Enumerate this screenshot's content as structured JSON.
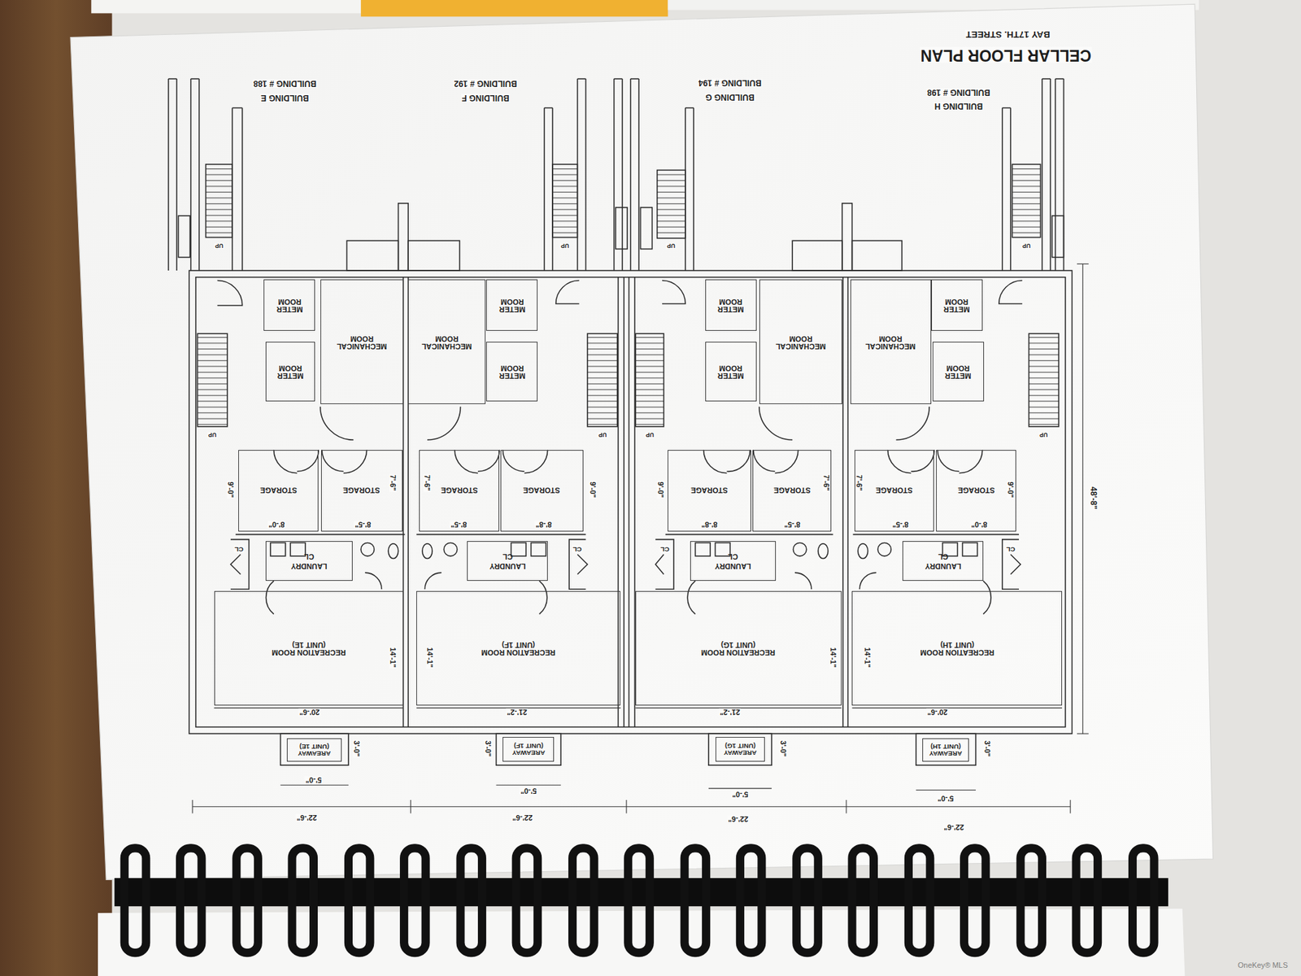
{
  "diagram": {
    "title": "CELLAR FLOOR PLAN",
    "caption": "BAY 17TH. STREET",
    "nodes": [
      {
        "text": [
          "METER ROOM"
        ]
      },
      {
        "text": [
          "METER ROOM"
        ]
      },
      {
        "text": [
          "MECHANICAL ROOM"
        ]
      },
      {
        "text": [
          "STORAGE"
        ]
      },
      {
        "text": [
          "STORAGE"
        ]
      },
      {
        "text": [
          "LAUNDRY",
          "CL"
        ]
      },
      {
        "text": [
          "RECREATION ROOM",
          "(UNIT 1E)"
        ]
      },
      {
        "text": [
          "AREAWAY",
          "(UNIT 1E)"
        ]
      },
      {
        "text": [
          "METER ROOM"
        ]
      },
      {
        "text": [
          "METER ROOM"
        ]
      },
      {
        "text": [
          "MECHANICAL ROOM"
        ]
      },
      {
        "text": [
          "STORAGE"
        ]
      },
      {
        "text": [
          "STORAGE"
        ]
      },
      {
        "text": [
          "LAUNDRY",
          "CL"
        ]
      },
      {
        "text": [
          "RECREATION ROOM",
          "(UNIT 1F)"
        ]
      },
      {
        "text": [
          "AREAWAY",
          "(UNIT 1F)"
        ]
      },
      {
        "text": [
          "METER ROOM"
        ]
      },
      {
        "text": [
          "METER ROOM"
        ]
      },
      {
        "text": [
          "MECHANICAL ROOM"
        ]
      },
      {
        "text": [
          "STORAGE"
        ]
      },
      {
        "text": [
          "STORAGE"
        ]
      },
      {
        "text": [
          "LAUNDRY",
          "CL"
        ]
      },
      {
        "text": [
          "RECREATION ROOM",
          "(UNIT 1G)"
        ]
      },
      {
        "text": [
          "AREAWAY",
          "(UNIT 1G)"
        ]
      },
      {
        "text": [
          "METER ROOM"
        ]
      },
      {
        "text": [
          "METER ROOM"
        ]
      },
      {
        "text": [
          "MECHANICAL ROOM"
        ]
      },
      {
        "text": [
          "STORAGE"
        ]
      },
      {
        "text": [
          "STORAGE"
        ]
      },
      {
        "text": [
          "LAUNDRY",
          "CL"
        ]
      },
      {
        "text": [
          "RECREATION ROOM",
          "(UNIT 1H)"
        ]
      },
      {
        "text": [
          "AREAWAY",
          "(UNIT 1H)"
        ]
      }
    ],
    "labels": [
      "BUILDING E",
      "BUILDING # 188",
      "BUILDING F",
      "BUILDING # 192",
      "BUILDING G",
      "BUILDING # 194",
      "BUILDING H",
      "BUILDING # 198",
      "UP",
      "UP",
      "9'-0\"",
      "8'-0\"",
      "7'-6\"",
      "8'-5\"",
      "CL",
      "14'-1\"",
      "20'-6\"",
      "3'-0\"",
      "5'-0\"",
      "22'-6\"",
      "UP",
      "UP",
      "7'-6\"",
      "8'-5\"",
      "9'-0\"",
      "8'-8\"",
      "CL",
      "14'-1\"",
      "21'-2\"",
      "3'-0\"",
      "5'-0\"",
      "22'-6\"",
      "UP",
      "UP",
      "9'-0\"",
      "8'-8\"",
      "7'-6\"",
      "8'-5\"",
      "CL",
      "14'-1\"",
      "21'-2\"",
      "3'-0\"",
      "5'-0\"",
      "22'-6\"",
      "UP",
      "UP",
      "7'-6\"",
      "8'-5\"",
      "9'-0\"",
      "8'-0\"",
      "CL",
      "14'-1\"",
      "20'-6\"",
      "3'-0\"",
      "5'-0\"",
      "22'-6\"",
      "48'-8\"",
      "OneKey® MLS"
    ]
  }
}
